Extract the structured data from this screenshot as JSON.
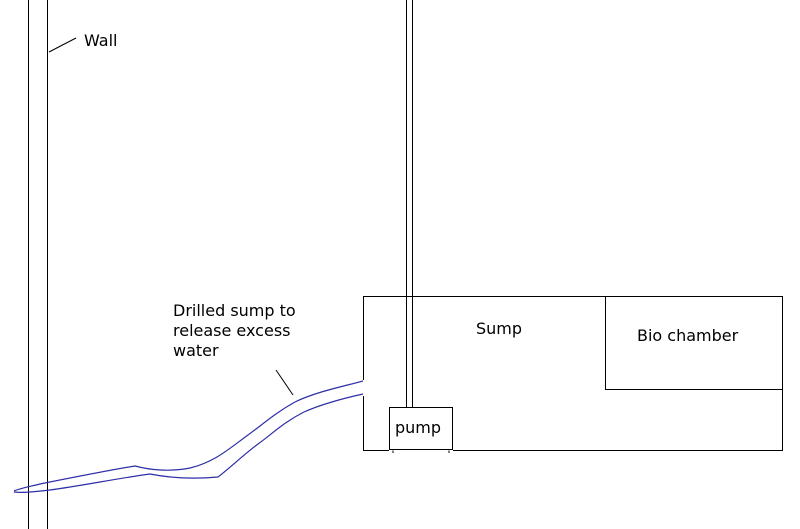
{
  "labels": {
    "wall": "Wall",
    "drilled_line1": "Drilled sump to",
    "drilled_line2": "release excess",
    "drilled_line3": "water",
    "sump": "Sump",
    "bio_chamber": "Bio chamber",
    "pump": "pump"
  },
  "colors": {
    "line": "#000000",
    "water": "#2e2ea8",
    "background": "#ffffff"
  }
}
